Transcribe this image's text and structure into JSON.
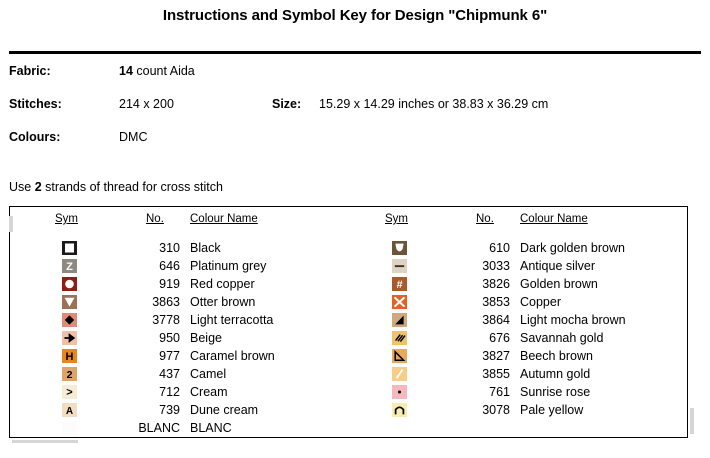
{
  "document": {
    "title": "Instructions and Symbol Key for Design \"Chipmunk 6\""
  },
  "info": {
    "fabric_label": "Fabric:",
    "fabric_count": "14",
    "fabric_rest": " count Aida",
    "stitches_label": "Stitches:",
    "stitches_value": "214 x 200",
    "size_label": "Size:",
    "size_value": "15.29 x 14.29 inches or 38.83 x 36.29 cm",
    "colours_label": "Colours:",
    "colours_value": "DMC",
    "strands_prefix": "Use ",
    "strands_count": "2",
    "strands_suffix": " strands of thread for cross stitch"
  },
  "legend": {
    "headers": {
      "sym": "Sym",
      "no": "No.",
      "name": "Colour Name"
    },
    "left_column": [
      {
        "symbol": "square-outline",
        "no": "310",
        "name": "Black",
        "bg": "#1a1a1a",
        "fg": "#ffffff"
      },
      {
        "symbol": "letter-z",
        "no": "646",
        "name": "Platinum grey",
        "bg": "#8e8a82",
        "fg": "#ffffff"
      },
      {
        "symbol": "circle-filled",
        "no": "919",
        "name": "Red copper",
        "bg": "#8d1f14",
        "fg": "#ffffff"
      },
      {
        "symbol": "triangle-down",
        "no": "3863",
        "name": "Otter brown",
        "bg": "#9a7355",
        "fg": "#ffffff"
      },
      {
        "symbol": "diamond",
        "no": "3778",
        "name": "Light terracotta",
        "bg": "#e08a78",
        "fg": "#000000"
      },
      {
        "symbol": "arrow-right",
        "no": "950",
        "name": "Beige",
        "bg": "#f0c0a8",
        "fg": "#000000"
      },
      {
        "symbol": "letter-h",
        "no": "977",
        "name": "Caramel brown",
        "bg": "#e8851f",
        "fg": "#000000"
      },
      {
        "symbol": "digit-2",
        "no": "437",
        "name": "Camel",
        "bg": "#dda56a",
        "fg": "#000000"
      },
      {
        "symbol": "greater-than",
        "no": "712",
        "name": "Cream",
        "bg": "#f7ecd4",
        "fg": "#000000"
      },
      {
        "symbol": "letter-a",
        "no": "739",
        "name": "Dune cream",
        "bg": "#f2ddc0",
        "fg": "#000000"
      },
      {
        "symbol": "blank",
        "no": "BLANC",
        "name": "BLANC",
        "bg": "#fcfcfc",
        "fg": "#000000"
      }
    ],
    "right_column": [
      {
        "symbol": "shield-down",
        "no": "610",
        "name": "Dark golden brown",
        "bg": "#6e5436",
        "fg": "#ffffff"
      },
      {
        "symbol": "dash",
        "no": "3033",
        "name": "Antique silver",
        "bg": "#ded3c2",
        "fg": "#3a3228"
      },
      {
        "symbol": "hash",
        "no": "3826",
        "name": "Golden brown",
        "bg": "#a85a2a",
        "fg": "#ffffff"
      },
      {
        "symbol": "cross-x",
        "no": "3853",
        "name": "Copper",
        "bg": "#e4611e",
        "fg": "#ffffff"
      },
      {
        "symbol": "triangle-fill",
        "no": "3864",
        "name": "Light mocha brown",
        "bg": "#cfa87e",
        "fg": "#000000"
      },
      {
        "symbol": "hatch-marks",
        "no": "676",
        "name": "Savannah gold",
        "bg": "#eec36a",
        "fg": "#000000"
      },
      {
        "symbol": "triangle-line",
        "no": "3827",
        "name": "Beech brown",
        "bg": "#eaa košice",
        "fg": "#000000"
      },
      {
        "symbol": "slash",
        "no": "3855",
        "name": "Autumn gold",
        "bg": "#f6ce87",
        "fg": "#ffffff"
      },
      {
        "symbol": "dot",
        "no": "761",
        "name": "Sunrise rose",
        "bg": "#f4b9bc",
        "fg": "#000000"
      },
      {
        "symbol": "arch",
        "no": "3078",
        "name": "Pale yellow",
        "bg": "#f8edb0",
        "fg": "#000000"
      }
    ]
  }
}
